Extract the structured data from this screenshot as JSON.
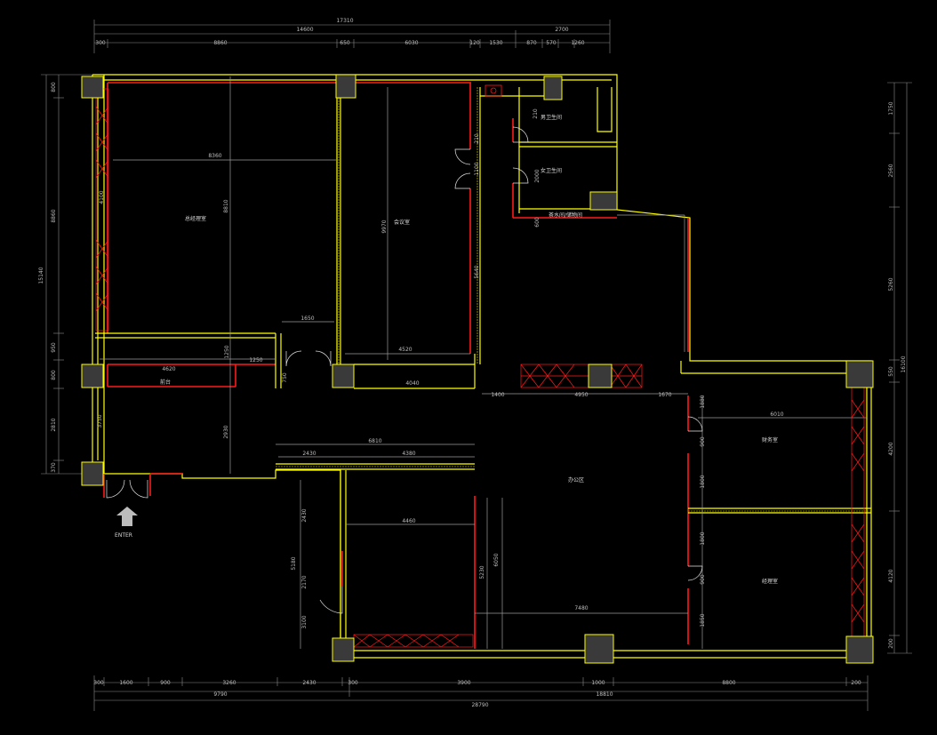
{
  "dims_top_total": "17310",
  "dims_top_sub": [
    "14600",
    "2700"
  ],
  "dims_top_segments": [
    "300",
    "8860",
    "650",
    "6030",
    "120",
    "1530",
    "870",
    "570",
    "1260"
  ],
  "dims_bottom_segments": [
    "300",
    "1600",
    "900",
    "3260",
    "2430",
    "300",
    "3900",
    "1000",
    "8800",
    "200"
  ],
  "dims_bottom_sub": [
    "9790",
    "18810"
  ],
  "dims_bottom_total": "28790",
  "dims_left_segments": [
    "800",
    "8860",
    "950",
    "800",
    "2810",
    "370"
  ],
  "dims_left_total": "15140",
  "dims_right_segments": [
    "1750",
    "2560",
    "5260",
    "550",
    "4200",
    "4120",
    "200"
  ],
  "dims_right_total": "16100",
  "rooms": {
    "room1": "总经理室",
    "room2": "会议室",
    "room3": "前台",
    "room4": "办公区",
    "room5": "财务室",
    "room6": "经理室",
    "room7": "男卫生间",
    "room8": "女卫生间",
    "room9": "茶水间/储物间"
  },
  "inner_dims": [
    "8360",
    "8810",
    "4100",
    "9970",
    "5640",
    "1650",
    "4620",
    "1250",
    "1250",
    "4520",
    "4040",
    "1400",
    "4950",
    "1670",
    "2930",
    "6810",
    "2430",
    "4380",
    "6010",
    "2430",
    "2170",
    "5180",
    "3100",
    "4460",
    "5230",
    "6050",
    "7480",
    "3750",
    "1800",
    "1800",
    "900",
    "1880",
    "900",
    "1850",
    "2000",
    "1100",
    "210",
    "210",
    "600",
    "750"
  ],
  "entry_label": "ENTER"
}
